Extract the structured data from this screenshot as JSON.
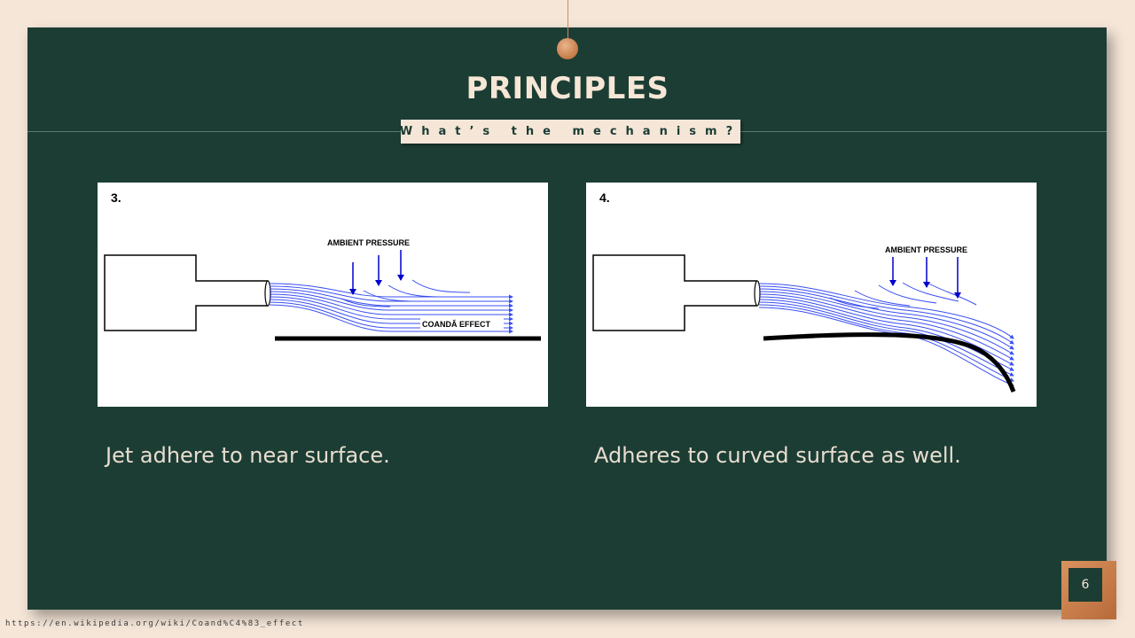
{
  "header": {
    "title": "PRINCIPLES",
    "subtitle": "What’s the mechanism?"
  },
  "panels": [
    {
      "number": "3.",
      "ambient_label": "AMBIENT PRESSURE",
      "effect_label": "COANDĂ EFFECT",
      "caption": "Jet adhere to near surface."
    },
    {
      "number": "4.",
      "ambient_label": "AMBIENT PRESSURE",
      "caption": "Adheres to curved surface as well."
    }
  ],
  "footer": {
    "page_number": "6",
    "source": "https://en.wikipedia.org/wiki/Coand%C4%83_effect"
  },
  "colors": {
    "background": "#f5e6d8",
    "slide": "#1c3d34",
    "accent": "#c98d5f",
    "flow_lines": "#3a4ff0",
    "arrows": "#0000cc"
  }
}
